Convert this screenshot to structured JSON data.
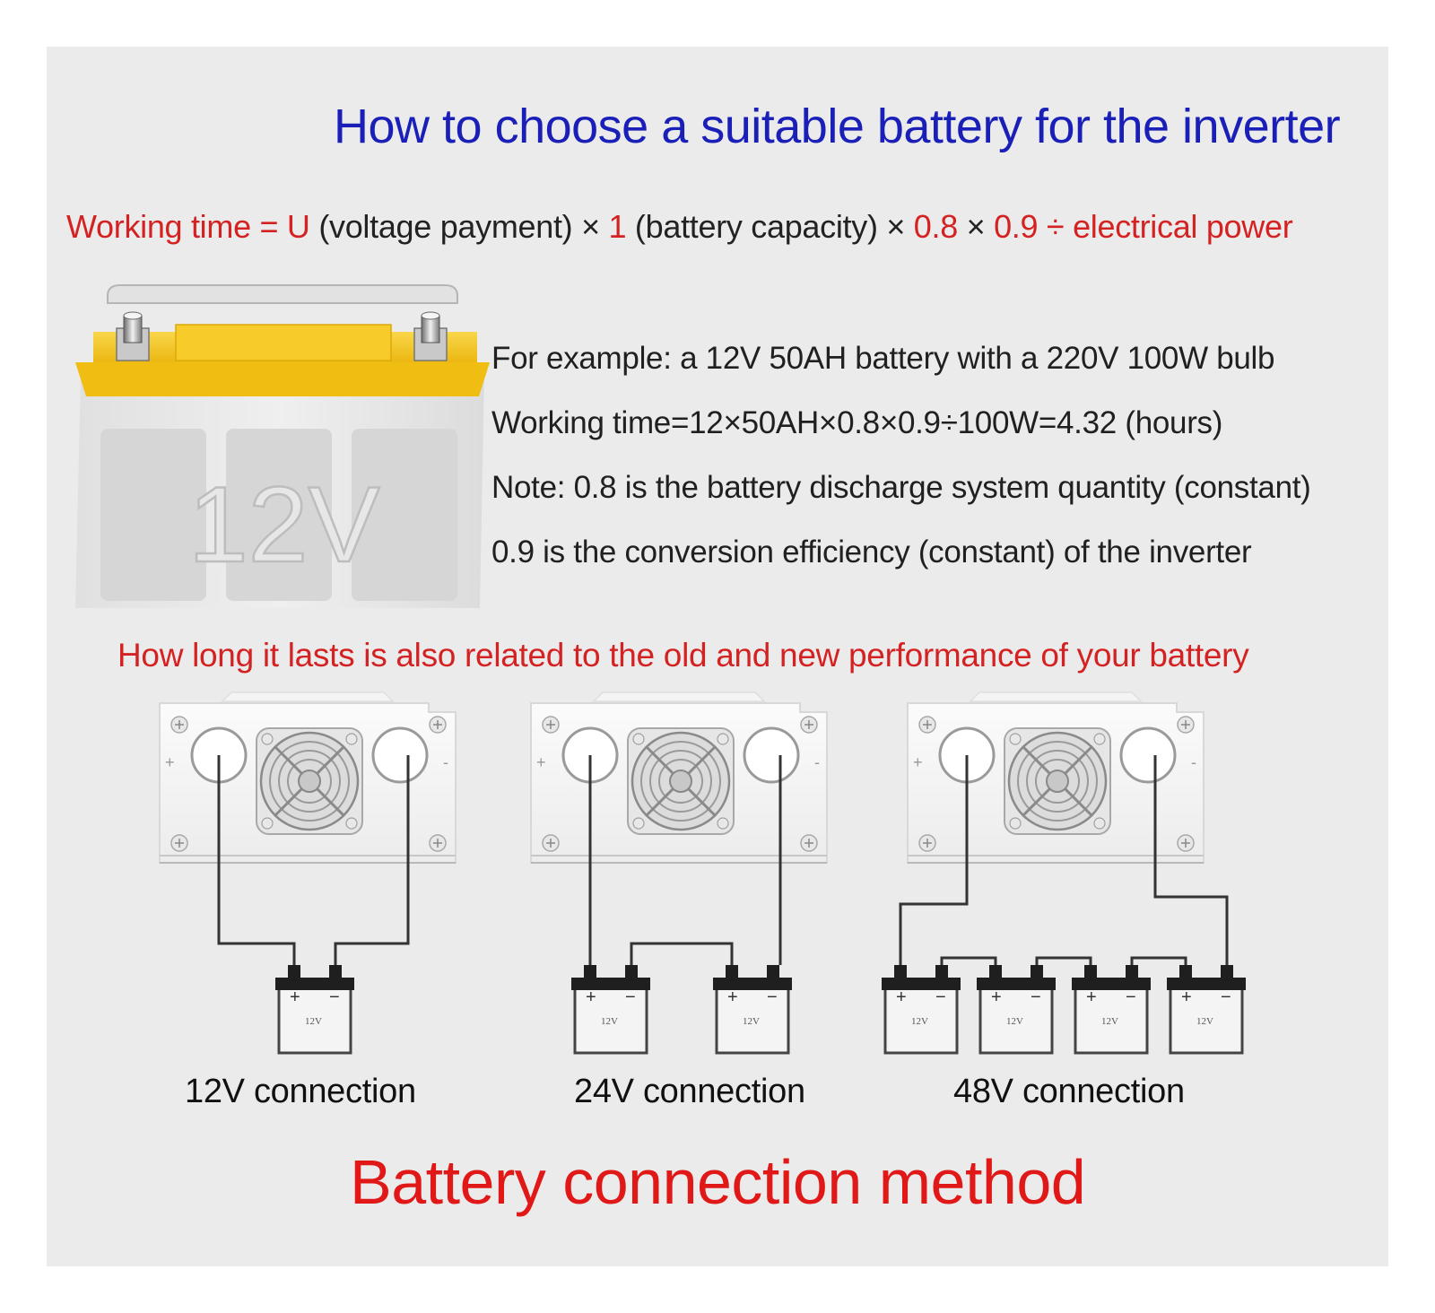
{
  "title": "How to choose a suitable battery for the inverter",
  "formula": {
    "part1": "Working time = U",
    "part2": " (voltage payment) × ",
    "part3": "1",
    "part4": " (battery capacity) × ",
    "part5": "0.8",
    "part6": " × ",
    "part7": "0.9",
    "part8": " ÷ electrical power"
  },
  "battery_label": "12V",
  "example": {
    "line1": "For example: a 12V 50AH battery with a 220V 100W bulb",
    "line2": "Working time=12×50AH×0.8×0.9÷100W=4.32 (hours)",
    "line3": "Note: 0.8 is the battery discharge system quantity (constant)",
    "line4": "0.9 is the conversion efficiency (constant) of the inverter"
  },
  "performance_note": "How long it lasts is also related to the old and new performance of your battery",
  "connections": [
    {
      "label": "12V connection"
    },
    {
      "label": "24V connection"
    },
    {
      "label": "48V connection"
    }
  ],
  "small_battery": {
    "plus": "+",
    "minus": "−",
    "voltage": "12V"
  },
  "inverter_signs": {
    "plus": "+",
    "minus": "-"
  },
  "footer": "Battery connection method",
  "colors": {
    "title": "#1a1fb8",
    "red": "#d42222",
    "battery_yellow": "#f4c21a",
    "background": "#ebebeb"
  }
}
